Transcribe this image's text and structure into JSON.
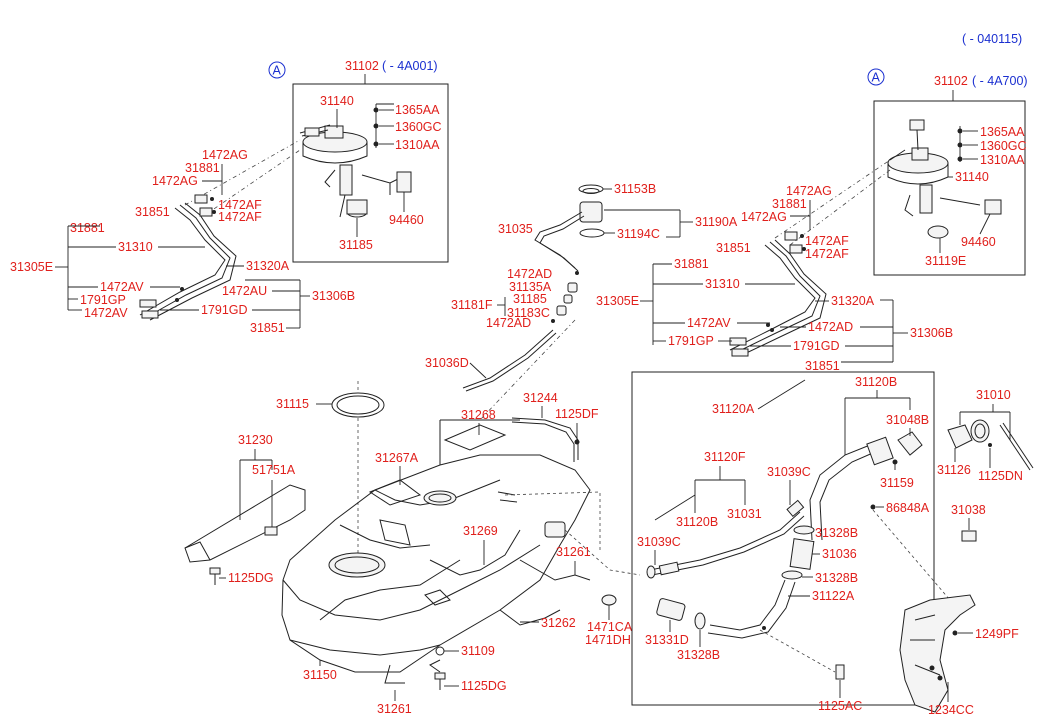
{
  "version_note": "( - 040115)",
  "marker_letter": "A",
  "labels": {
    "p31102_left": "31102",
    "p4A001": "( - 4A001)",
    "p31102_right": "31102",
    "p4A700": "( - 4A700)",
    "p31140_left": "31140",
    "p1365AA_left": "1365AA",
    "p1360GC_left": "1360GC",
    "p1310AA_left": "1310AA",
    "p94460_left": "94460",
    "p31185_left": "31185",
    "p1472AG_l1": "1472AG",
    "p31881_l1": "31881",
    "p1472AG_l2": "1472AG",
    "p31851_l1": "31851",
    "p1472AF_l1": "1472AF",
    "p1472AF_l2": "1472AF",
    "p31881_l2": "31881",
    "p31310_l": "31310",
    "p31305E_l": "31305E",
    "p31320A_l": "31320A",
    "p1472AV_l1": "1472AV",
    "p1472AU_l": "1472AU",
    "p1791GP_l": "1791GP",
    "p31306B_l": "31306B",
    "p1472AV_l2": "1472AV",
    "p1791GD_l": "1791GD",
    "p31851_l2": "31851",
    "p31153B": "31153B",
    "p31035": "31035",
    "p31190A": "31190A",
    "p31194C": "31194C",
    "p1472AD_c": "1472AD",
    "p31135A": "31135A",
    "p31181F": "31181F",
    "p31185_c": "31185",
    "p31183C": "31183C",
    "p1472AD_c2": "1472AD",
    "p31036D": "31036D",
    "p1365AA_r": "1365AA",
    "p1360GC_r": "1360GC",
    "p1310AA_r": "1310AA",
    "p31140_r": "31140",
    "p94460_r": "94460",
    "p31119E": "31119E",
    "p1472AG_r1": "1472AG",
    "p31881_r1": "31881",
    "p1472AG_r2": "1472AG",
    "p31851_r1": "31851",
    "p1472AF_r1": "1472AF",
    "p1472AF_r2": "1472AF",
    "p31881_r2": "31881",
    "p31310_r": "31310",
    "p31305E_r": "31305E",
    "p31320A_r": "31320A",
    "p1472AV_r": "1472AV",
    "p1472AD_r": "1472AD",
    "p31306B_r": "31306B",
    "p1791GP_r": "1791GP",
    "p1791GD_r": "1791GD",
    "p31851_r2": "31851",
    "p31115": "31115",
    "p31244": "31244",
    "p1125DF": "1125DF",
    "p31268": "31268",
    "p31230": "31230",
    "p51751A": "51751A",
    "p31267A": "31267A",
    "p31269": "31269",
    "p1125DG_1": "1125DG",
    "p31261_1": "31261",
    "p31262": "31262",
    "p1471CA": "1471CA",
    "p1471DH": "1471DH",
    "p31150": "31150",
    "p31109": "31109",
    "p1125DG_2": "1125DG",
    "p31261_2": "31261",
    "p31120A": "31120A",
    "p31120F": "31120F",
    "p31120B_1": "31120B",
    "p31031": "31031",
    "p31039C_1": "31039C",
    "p31039C_2": "31039C",
    "p31120B_2": "31120B",
    "p31048B": "31048B",
    "p31159": "31159",
    "p86848A": "86848A",
    "p31328B_1": "31328B",
    "p31036": "31036",
    "p31328B_2": "31328B",
    "p31122A": "31122A",
    "p31331D": "31331D",
    "p31328B_3": "31328B",
    "p1125AC": "1125AC",
    "p31010": "31010",
    "p31126": "31126",
    "p1125DN": "1125DN",
    "p31038": "31038",
    "p1249PF": "1249PF",
    "p1234CC": "1234CC"
  },
  "colors": {
    "label_red": "#e0201c",
    "label_blue": "#1a2fd0",
    "line": "#222222"
  }
}
